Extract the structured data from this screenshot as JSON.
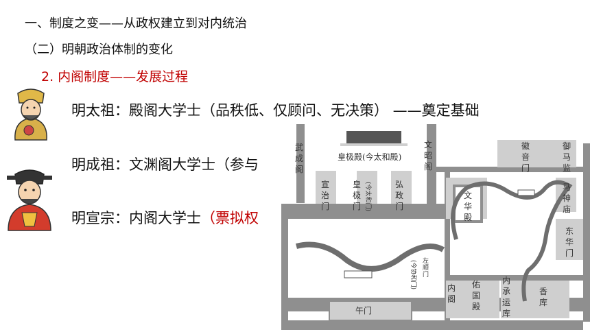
{
  "heading": {
    "line1": "一、制度之变——从政权建立到对内统治",
    "line2": "（二）明朝政治体制的变化",
    "line3": "2. 内阁制度——发展过程"
  },
  "rows": [
    {
      "emperor": "明太祖",
      "sep": "：",
      "text": "殿阁大学士（品秩低、仅顾问、无决策）",
      "suffix": " ——奠定基础"
    },
    {
      "emperor": "明成祖",
      "sep": "：",
      "text": "文渊阁大学士（参与"
    },
    {
      "emperor": "明宣宗",
      "sep": "：",
      "text": "内阁大学士",
      "highlight": "（票拟权"
    }
  ],
  "map": {
    "wuying": "武成阁",
    "huangji": "皇极殿(今太和殿)",
    "wenzhao": "文昭阁",
    "xuanzhi": "宣治门",
    "huangjimen": "皇极门",
    "huangjimen_note": "(今太和门)",
    "hongzheng": "弘政门",
    "wenhua": "文华殿",
    "huiyin": "徽音门",
    "yuma": "御马监",
    "mashen": "马神庙",
    "donghua": "东华门",
    "zuoshun": "左顺门",
    "zuoshun_note": "(今协和门)",
    "neige": "内阁",
    "youguo": "佑国殿",
    "neicheng": "内承运库",
    "xiangku": "香库",
    "wumen": "午门"
  },
  "colors": {
    "accent_red": "#c00000",
    "map_block": "#8f8f8f",
    "map_light": "#cfcfcf"
  }
}
